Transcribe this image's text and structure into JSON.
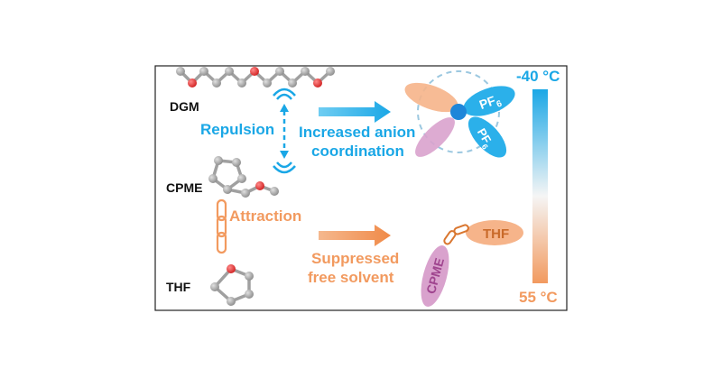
{
  "molecules": {
    "dgm": "DGM",
    "cpme": "CPME",
    "thf": "THF"
  },
  "interactions": {
    "repulsion": "Repulsion",
    "attraction": "Attraction"
  },
  "effects": {
    "top_line1": "Increased anion",
    "top_line2": "coordination",
    "bottom_line1": "Suppressed",
    "bottom_line2": "free solvent"
  },
  "cluster_labels": {
    "pf6_upper": "PF",
    "pf6_upper_sub": "6",
    "pf6_lower": "PF",
    "pf6_lower_sub": "6",
    "thf_ellipse": "THF",
    "cpme_ellipse": "CPME"
  },
  "temperature": {
    "top": "-40 °C",
    "bottom": "55 °C"
  },
  "colors": {
    "blue": "#1aa7e6",
    "orange": "#f29a5f",
    "purple": "#c46bb0",
    "atom_gray": "#a9a9a9",
    "oxygen_red": "#e04040",
    "frame": "#222222"
  },
  "icons": {
    "repulsion": "wifi-wave-arrows-icon",
    "attraction": "chain-link-icon",
    "arrows": "right-arrow-icon"
  }
}
